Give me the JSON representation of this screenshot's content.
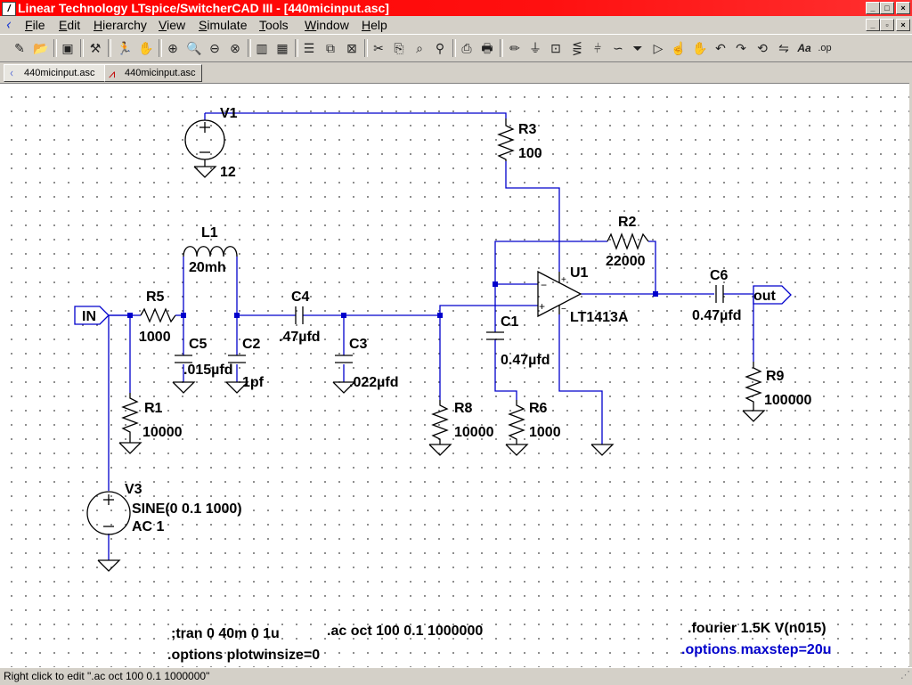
{
  "window": {
    "title": "Linear Technology LTspice/SwitcherCAD III - [440micinput.asc]",
    "app_icon": "ltspice-app-icon",
    "controls": [
      "minimize",
      "maximize",
      "close"
    ]
  },
  "menu": {
    "app_icon": "schematic-doc-icon",
    "items": [
      {
        "label": "File",
        "accel": "F",
        "rest": "ile"
      },
      {
        "label": "Edit",
        "accel": "E",
        "rest": "dit"
      },
      {
        "label": "Hierarchy",
        "accel": "H",
        "rest": "ierarchy"
      },
      {
        "label": "View",
        "accel": "V",
        "rest": "iew"
      },
      {
        "label": "Simulate",
        "accel": "S",
        "rest": "imulate"
      },
      {
        "label": "Tools",
        "accel": "T",
        "rest": "ools"
      },
      {
        "label": "Window",
        "accel": "W",
        "rest": "indow"
      },
      {
        "label": "Help",
        "accel": "H",
        "rest": "elp"
      }
    ]
  },
  "toolbar": {
    "icons": [
      "new-schematic-icon",
      "open-icon",
      "save-icon",
      "control-panel-icon",
      "run-icon",
      "halt-icon",
      "zoom-in-icon",
      "pan-icon",
      "zoom-out-icon",
      "zoom-fit-icon",
      "autorange-icon",
      "grid-icon",
      "tile-icon",
      "cascade-icon",
      "close-window-icon",
      "cut-icon",
      "copy-icon",
      "find-icon",
      "print-setup-icon",
      "print-icon",
      "wire-icon",
      "ground-icon",
      "label-net-icon",
      "resistor-icon",
      "capacitor-icon",
      "inductor-icon",
      "diode-icon",
      "component-icon",
      "move-icon",
      "drag-icon",
      "undo-icon",
      "redo-icon",
      "rotate-icon",
      "mirror-icon",
      "text-icon",
      "spice-directive-icon"
    ]
  },
  "tabs": [
    {
      "label": "440micinput.asc",
      "icon": "schematic-tab-icon",
      "active": true
    },
    {
      "label": "440micinput.asc",
      "icon": "waveform-tab-icon",
      "active": false
    }
  ],
  "schematic": {
    "wire_color": "#0000cc",
    "component_color": "#000000",
    "labels": {
      "V1": "V1",
      "V1_val": "12",
      "R3": "R3",
      "R3_val": "100",
      "L1": "L1",
      "L1_val": "20mh",
      "R2": "R2",
      "R2_val": "22000",
      "U1": "U1",
      "U1_val": "LT1413A",
      "C6": "C6",
      "C6_val": "0.47µfd",
      "out": "out",
      "IN": "IN",
      "R5": "R5",
      "R5_val": "1000",
      "C5": "C5",
      "C5_val": ".015µfd",
      "C2": "C2",
      "C2_val": "1pf",
      "C4": "C4",
      "C4_val": ".47µfd",
      "C3": "C3",
      "C3_val": ".022µfd",
      "C1": "C1",
      "C1_val": "0.47µfd",
      "R8": "R8",
      "R8_val": "10000",
      "R6": "R6",
      "R6_val": "1000",
      "R9": "R9",
      "R9_val": "100000",
      "R1": "R1",
      "R1_val": "10000",
      "V3": "V3",
      "V3_val1": "SINE(0 0.1 1000)",
      "V3_val2": "AC 1"
    },
    "directives": {
      "tran": ";tran 0 40m 0 1u",
      "ac": ".ac oct 100 0.1 1000000",
      "plotwin": ".options plotwinsize=0",
      "fourier": ".fourier 1.5K V(n015)",
      "maxstep": ".options maxstep=20u"
    }
  },
  "status": {
    "text": "Right click to edit \".ac oct 100 0.1 1000000\""
  }
}
